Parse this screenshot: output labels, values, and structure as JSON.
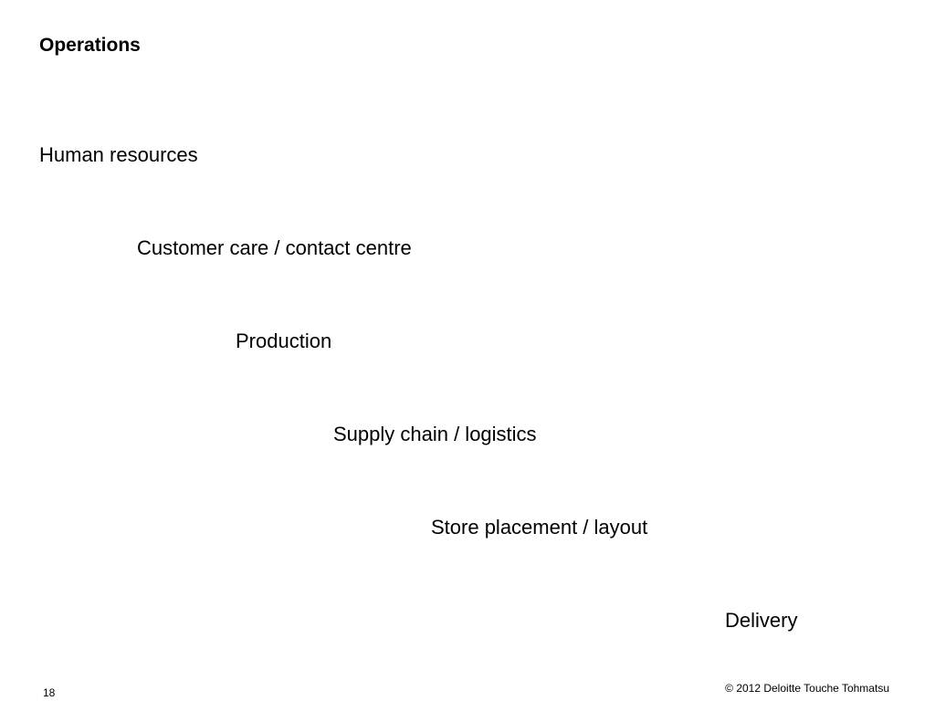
{
  "slide": {
    "title": "Operations",
    "items": [
      "Human resources",
      "Customer care / contact centre",
      "Production",
      "Supply chain / logistics",
      "Store placement / layout",
      "Delivery"
    ]
  },
  "footer": {
    "page_number": "18",
    "copyright": "© 2012 Deloitte Touche Tohmatsu"
  }
}
